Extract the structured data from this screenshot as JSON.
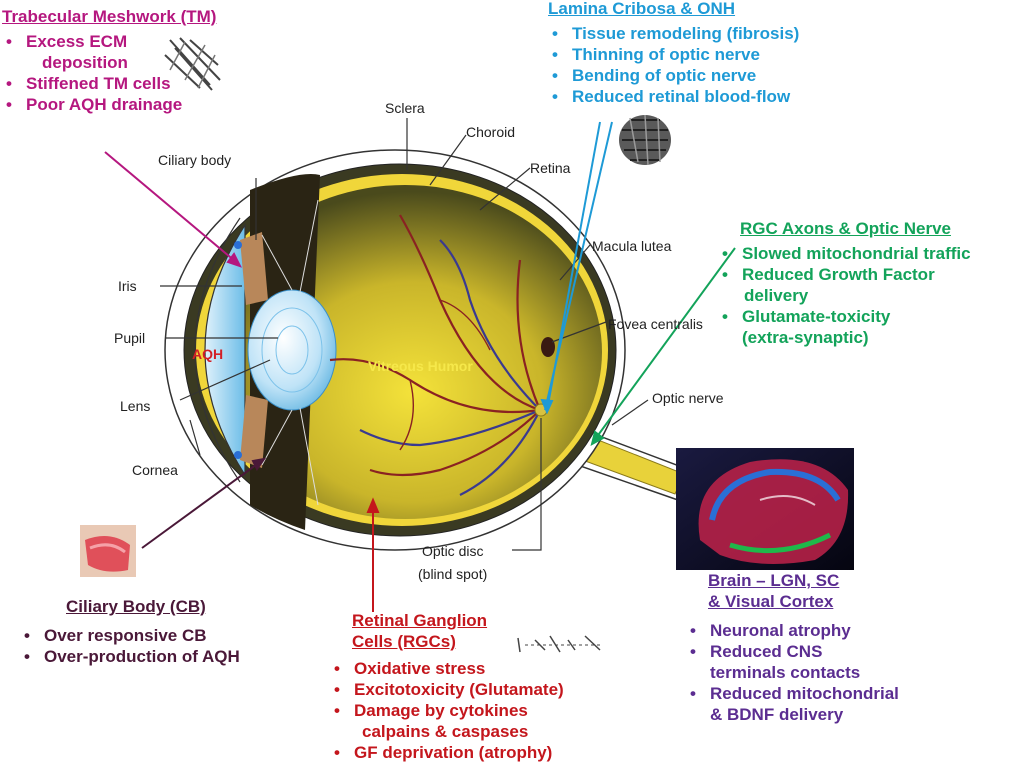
{
  "colors": {
    "tm": "#b5177f",
    "lamina": "#1e9ad6",
    "rgc_axon": "#13a35a",
    "cb": "#4a1838",
    "rgc": "#c4161c",
    "brain": "#5b2d91",
    "vitreous_text": "#f6e84a",
    "aqh_text": "#d21f26"
  },
  "trabecular": {
    "title": "Trabecular Meshwork (TM)",
    "items": [
      "Excess ECM",
      "deposition",
      "Stiffened TM cells",
      "Poor AQH drainage"
    ]
  },
  "lamina": {
    "title": "Lamina Cribosa & ONH",
    "items": [
      "Tissue remodeling (fibrosis)",
      "Thinning of optic nerve",
      "Bending of optic nerve",
      "Reduced retinal blood-flow"
    ]
  },
  "rgc_axons": {
    "title": "RGC Axons & Optic Nerve",
    "items": [
      "Slowed mitochondrial traffic",
      "Reduced Growth Factor",
      "delivery",
      "Glutamate-toxicity",
      "(extra-synaptic)"
    ]
  },
  "ciliary": {
    "title": "Ciliary Body (CB)",
    "items": [
      "Over responsive CB",
      "Over-production  of AQH"
    ]
  },
  "rgc": {
    "title_line1": "Retinal Ganglion",
    "title_line2": "Cells (RGCs)",
    "items": [
      "Oxidative stress",
      "Excitotoxicity  (Glutamate)",
      "Damage by cytokines",
      "calpains & caspases",
      "GF deprivation (atrophy)"
    ]
  },
  "brain": {
    "title_line1": "Brain – LGN, SC",
    "title_line2": "& Visual Cortex",
    "items": [
      "Neuronal atrophy",
      "Reduced CNS",
      "terminals contacts",
      "Reduced mitochondrial",
      "& BDNF delivery"
    ]
  },
  "labels": {
    "sclera": "Sclera",
    "choroid": "Choroid",
    "retina": "Retina",
    "ciliary_body": "Ciliary body",
    "macula": "Macula lutea",
    "fovea": "Fovea centralis",
    "optic_nerve": "Optic nerve",
    "iris": "Iris",
    "pupil": "Pupil",
    "lens": "Lens",
    "cornea": "Cornea",
    "aqh": "AQH",
    "vitreous": "Vitreous Humor",
    "optic_disc": "Optic disc",
    "blind_spot": "(blind spot)"
  }
}
